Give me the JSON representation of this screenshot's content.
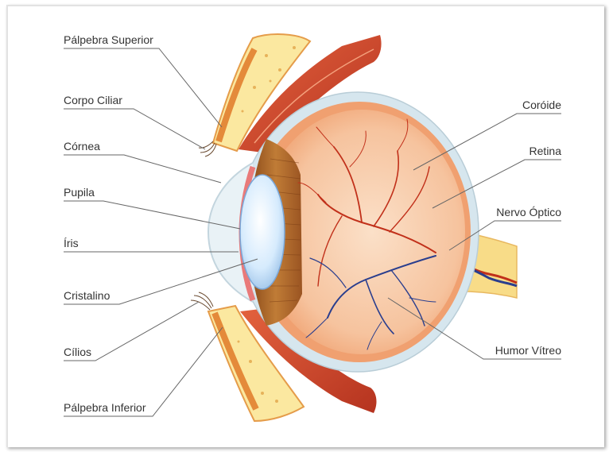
{
  "labels": {
    "palpebra_superior": "Pálpebra Superior",
    "corpo_ciliar": "Corpo Ciliar",
    "cornea": "Córnea",
    "pupila": "Pupila",
    "iris": "Íris",
    "cristalino": "Cristalino",
    "cilios": "Cílios",
    "palpebra_inferior": "Pálpebra Inferior",
    "coroide": "Coróide",
    "retina": "Retina",
    "nervo_optico": "Nervo Óptico",
    "humor_vitreo": "Humor Vítreo"
  },
  "colors": {
    "sclera": "#d6e6ee",
    "choroid": "#f0a070",
    "retina_fill": "#f8d4b8",
    "iris": "#b06a2c",
    "lens": "#cfe6fb",
    "eyelid": "#fbe8a0",
    "muscle": "#d94a30",
    "vessel_red": "#c1301a",
    "vessel_blue": "#2a3e8e",
    "nerve": "#f8dc88"
  }
}
